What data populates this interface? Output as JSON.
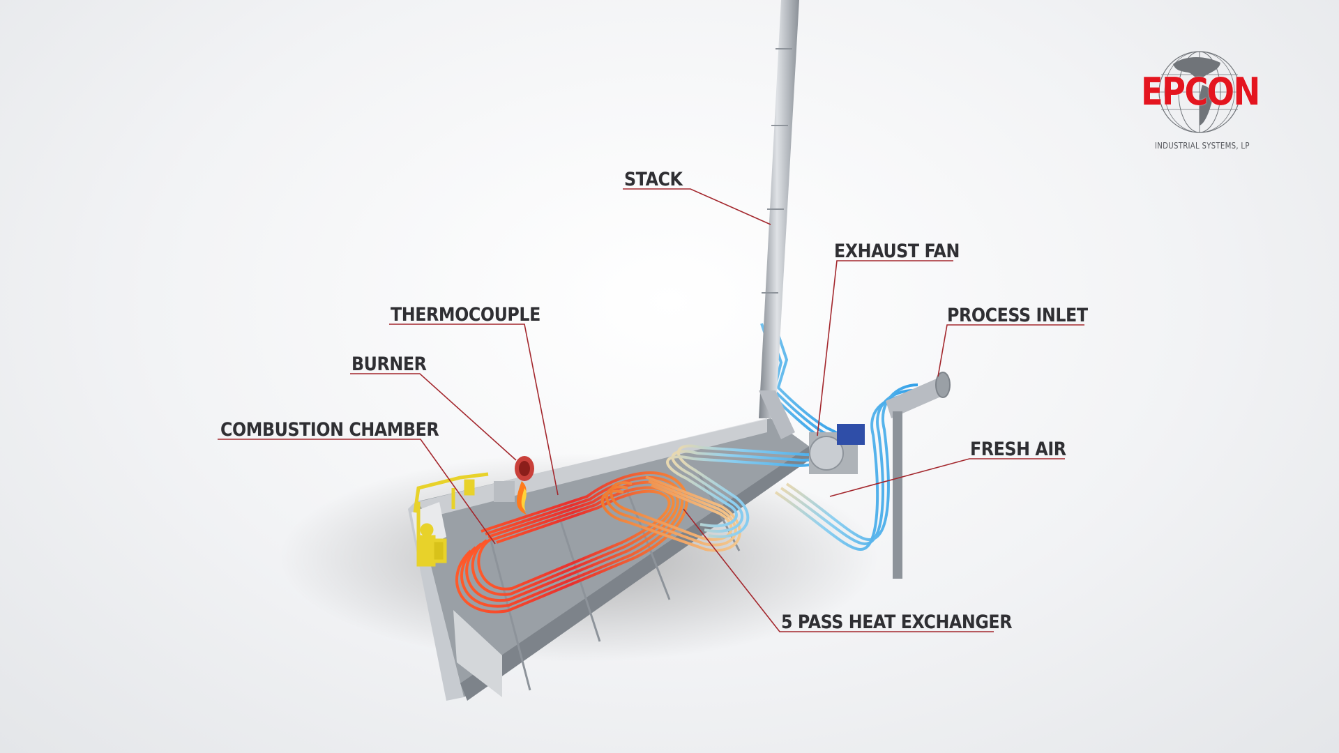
{
  "labels": {
    "stack": "STACK",
    "exhaust_fan": "EXHAUST FAN",
    "process_inlet": "PROCESS INLET",
    "thermocouple": "THERMOCOUPLE",
    "burner": "BURNER",
    "combustion_chamber": "COMBUSTION CHAMBER",
    "fresh_air": "FRESH AIR",
    "heat_exchanger": "5 PASS HEAT EXCHANGER"
  },
  "logo": {
    "name": "EPCON",
    "subtitle": "INDUSTRIAL SYSTEMS, LP"
  },
  "colors": {
    "leader_line": "#a3262c",
    "label_text": "#2f2f33",
    "hot_flow": "#ee4a28",
    "warm_flow": "#f39a3a",
    "cool_flow": "#3aa9ec",
    "logo_red": "#e4151f",
    "housing": "#b8bcc2"
  }
}
